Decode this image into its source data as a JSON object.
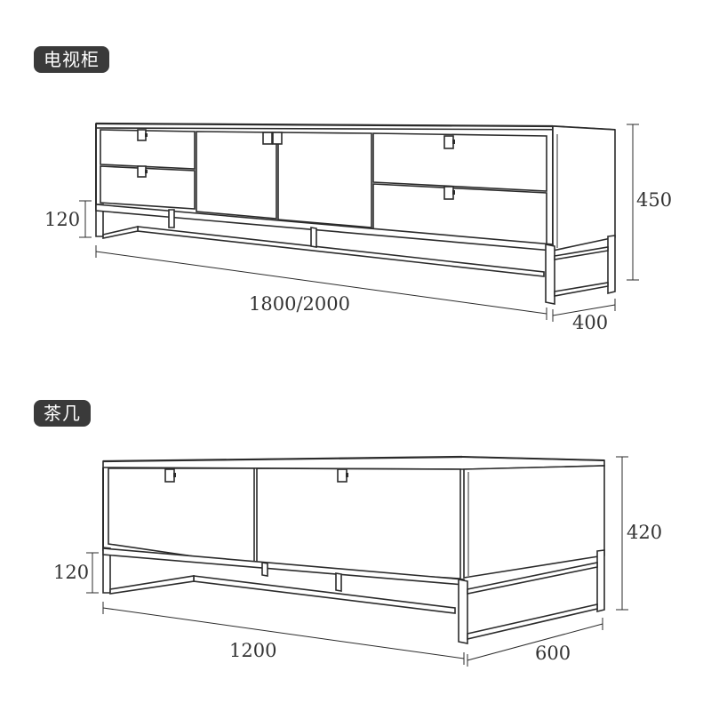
{
  "tv_cabinet": {
    "label": "电视柜",
    "dims": {
      "height": "450",
      "depth": "400",
      "width": "1800/2000",
      "leg": "120"
    }
  },
  "coffee_table": {
    "label": "茶几",
    "dims": {
      "height": "420",
      "depth": "600",
      "width": "1200",
      "leg": "120"
    }
  },
  "colors": {
    "ink": "#2b2b2b",
    "tag_bg": "#3a3a3a",
    "tag_text": "#ffffff"
  }
}
